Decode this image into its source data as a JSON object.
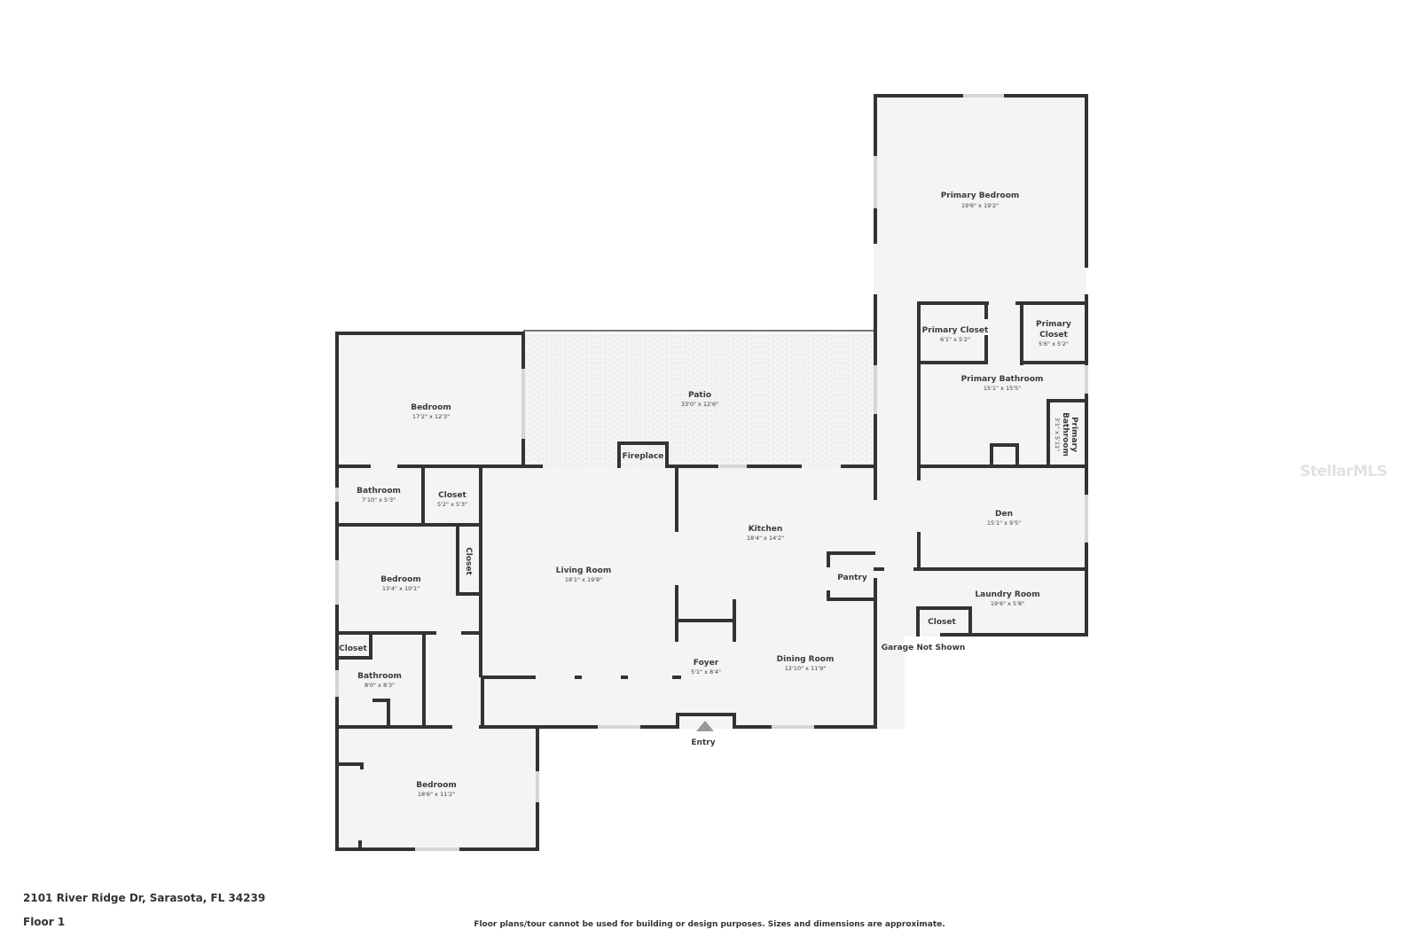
{
  "colors": {
    "wall": "#333333",
    "floor": "#f4f4f4",
    "window": "#cfcfcf",
    "patio_pattern": "#dedede"
  },
  "rooms": {
    "primary_bedroom": {
      "name": "Primary Bedroom",
      "dim": "19'6\" x 19'2\""
    },
    "primary_closet_1": {
      "name": "Primary Closet",
      "dim": "6'1\" x 5'2\""
    },
    "primary_closet_2": {
      "name_l1": "Primary",
      "name_l2": "Closet",
      "dim": "5'6\" x 5'2\""
    },
    "primary_bathroom": {
      "name": "Primary Bathroom",
      "dim": "15'1\" x 15'5\""
    },
    "primary_bathroom_small": {
      "name_l1": "Primary",
      "name_l2": "Bathroom",
      "dim": "3'1\" x 5'11\""
    },
    "patio": {
      "name": "Patio",
      "dim": "33'0\" x 12'6\""
    },
    "bedroom_top": {
      "name": "Bedroom",
      "dim": "17'2\" x 12'3\""
    },
    "bathroom_1": {
      "name": "Bathroom",
      "dim": "7'10\" x 5'3\""
    },
    "closet_1": {
      "name": "Closet",
      "dim": "5'2\" x 5'3\""
    },
    "bedroom_mid": {
      "name": "Bedroom",
      "dim": "13'4\" x 10'1\""
    },
    "closet_vertical": {
      "name": "Closet"
    },
    "living_room": {
      "name": "Living Room",
      "dim": "18'1\" x 19'8\""
    },
    "kitchen": {
      "name": "Kitchen",
      "dim": "18'4\" x 14'2\""
    },
    "den": {
      "name": "Den",
      "dim": "15'1\" x 9'5\""
    },
    "pantry": {
      "name": "Pantry"
    },
    "laundry_room": {
      "name": "Laundry Room",
      "dim": "19'6\" x 5'8\""
    },
    "closet_laundry": {
      "name": "Closet"
    },
    "closet_small": {
      "name": "Closet"
    },
    "bathroom_2": {
      "name": "Bathroom",
      "dim": "8'0\" x 8'3\""
    },
    "foyer": {
      "name": "Foyer",
      "dim": "5'1\" x 8'4\""
    },
    "dining_room": {
      "name": "Dining Room",
      "dim": "12'10\" x 11'9\""
    },
    "bedroom_bottom": {
      "name": "Bedroom",
      "dim": "18'6\" x 11'2\""
    }
  },
  "features": {
    "fireplace": "Fireplace",
    "garage_note": "Garage Not Shown",
    "entry": "Entry"
  },
  "footer": {
    "address": "2101 River Ridge Dr, Sarasota, FL 34239",
    "floor": "Floor 1",
    "disclaimer": "Floor plans/tour cannot be used for building or design purposes. Sizes and dimensions are approximate."
  },
  "watermark": "StellarMLS"
}
